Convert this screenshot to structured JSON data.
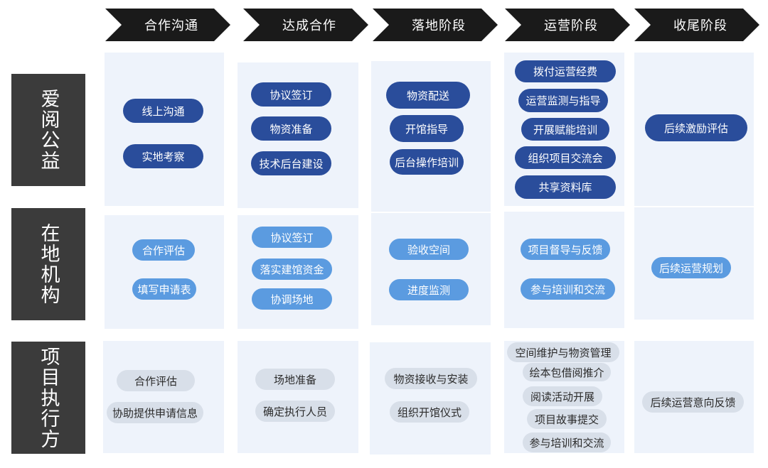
{
  "stages": [
    "合作沟通",
    "达成合作",
    "落地阶段",
    "运营阶段",
    "收尾阶段"
  ],
  "rows": [
    {
      "label": "爱阅公益",
      "cells": [
        [
          "线上沟通",
          "实地考察"
        ],
        [
          "协议签订",
          "物资准备",
          "技术后台建设"
        ],
        [
          "物资配送",
          "开馆指导",
          "后台操作培训"
        ],
        [
          "拨付运营经费",
          "运营监测与指导",
          "开展赋能培训",
          "组织项目交流会",
          "共享资料库"
        ],
        [
          "后续激励评估"
        ]
      ]
    },
    {
      "label": "在地机构",
      "cells": [
        [
          "合作评估",
          "填写申请表"
        ],
        [
          "协议签订",
          "落实建馆资金",
          "协调场地"
        ],
        [
          "验收空间",
          "进度监测"
        ],
        [
          "项目督导与反馈",
          "参与培训和交流"
        ],
        [
          "后续运营规划"
        ]
      ]
    },
    {
      "label": "项目执行方",
      "cells": [
        [
          "合作评估",
          "协助提供申请信息"
        ],
        [
          "场地准备",
          "确定执行人员"
        ],
        [
          "物资接收与安装",
          "组织开馆仪式"
        ],
        [
          "空间维护与物资管理",
          "绘本包借阅推介",
          "阅读活动开展",
          "项目故事提交",
          "参与培训和交流"
        ],
        [
          "后续运营意向反馈"
        ]
      ]
    }
  ],
  "colors": {
    "chevron": "#1a1a1a",
    "row_label": "#3b3b3b",
    "panel": "#eef3fb",
    "pill_dark": "#2a4d9b",
    "pill_mid": "#5b9be0",
    "pill_light": "#d8dfe9"
  }
}
